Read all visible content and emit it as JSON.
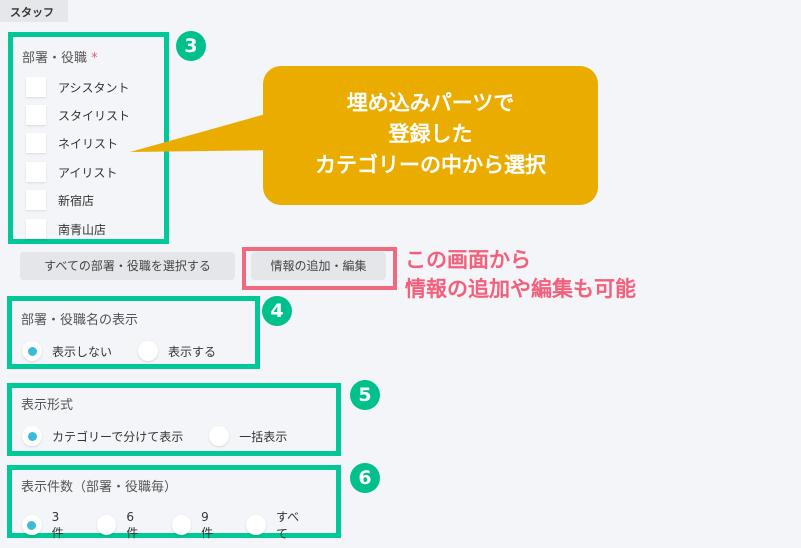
{
  "tab": "スタッフ",
  "section3": {
    "number": "3",
    "label": "部署・役職",
    "required": "*",
    "items": [
      "アシスタント",
      "スタイリスト",
      "ネイリスト",
      "アイリスト",
      "新宿店",
      "南青山店"
    ]
  },
  "buttons": {
    "select_all": "すべての部署・役職を選択する",
    "add_edit": "情報の追加・編集"
  },
  "callout": {
    "line1": "埋め込みパーツで",
    "line2": "登録した",
    "line3": "カテゴリーの中から選択"
  },
  "note": {
    "line1": "この画面から",
    "line2": "情報の追加や編集も可能"
  },
  "section4": {
    "number": "4",
    "label": "部署・役職名の表示",
    "options": [
      "表示しない",
      "表示する"
    ],
    "selected": 0
  },
  "section5": {
    "number": "5",
    "label": "表示形式",
    "options": [
      "カテゴリーで分けて表示",
      "一括表示"
    ],
    "selected": 0
  },
  "section6": {
    "number": "6",
    "label": "表示件数（部署・役職毎）",
    "options": [
      "3件",
      "6件",
      "9件",
      "すべて"
    ],
    "selected": 0
  }
}
